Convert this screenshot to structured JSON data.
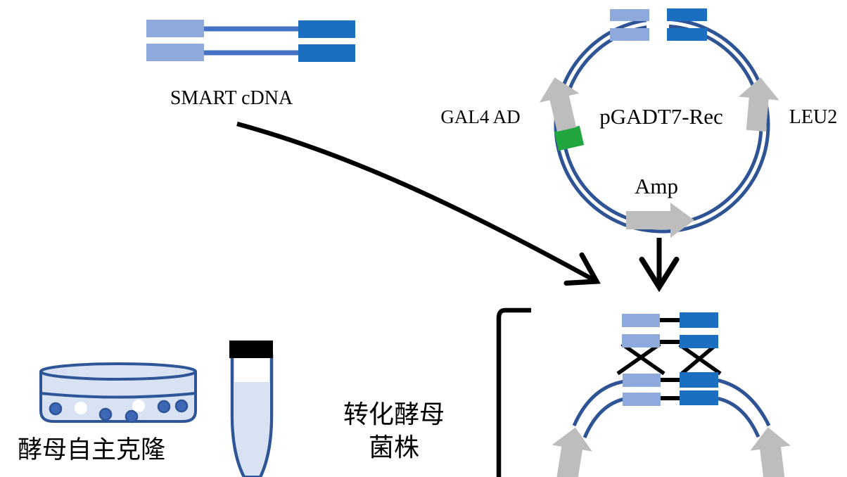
{
  "palette": {
    "background": "#FFFFFF",
    "black": "#000000",
    "light_blue": "#8EA9DB",
    "dark_blue": "#1C6FC0",
    "mid_blue_line": "#4472C4",
    "plasmid_blue": "#2E5496",
    "green": "#21A63F",
    "gray": "#BDBDBD",
    "dish_fill": "#D9E2F3",
    "dish_stroke": "#2E5597",
    "colony_blue": "#3E68B5",
    "colony_white": "#FFFFFF",
    "tube_cap": "#000000",
    "tube_fill": "#D9E2F3"
  },
  "labels": {
    "smart_cdna": "SMART cDNA",
    "plasmid_name": "pGADT7-Rec",
    "gal4_ad": "GAL4 AD",
    "leu2": "LEU2",
    "amp": "Amp",
    "transform_line1": "转化酵母",
    "transform_line2": "菌株",
    "autonomous_cloning": "酵母自主克隆"
  }
}
